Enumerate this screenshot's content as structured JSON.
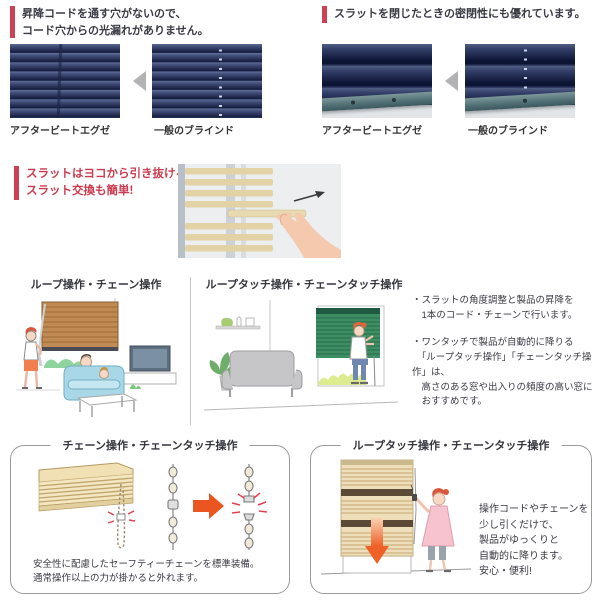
{
  "colors": {
    "accent_red": "#cb4257",
    "red_text": "#cc3b50",
    "heading_text": "#3a3a44",
    "compare_arrow_gray": "#b2b2b4",
    "orange_arrow": "#ea5520",
    "navy_blind": "#262f55",
    "bottom_rail_teal": "#4f6f74",
    "box_border": "#9a9a9a"
  },
  "section_light_leak": {
    "heading": "昇降コードを通す穴がないので、\nコード穴からの光漏れがありません。",
    "label_left": "アフタービートエグゼ",
    "label_right": "一般のブラインド"
  },
  "section_seal": {
    "heading": "スラットを閉じたときの密閉性にも優れています。",
    "label_left": "アフタービートエグゼ",
    "label_right": "一般のブラインド"
  },
  "section_slat_swap": {
    "heading": "スラットはヨコから引き抜けるので\nスラット交換も簡単!"
  },
  "section_operations": {
    "col_left_title": "ループ操作・チェーン操作",
    "col_right_title": "ループタッチ操作・チェーンタッチ操作",
    "note1": "・スラットの角度調整と製品の昇降を\n　1本のコード・チェーンで行います。",
    "note2": "・ワンタッチで製品が自動的に降りる\n　「ループタッチ操作」「チェーンタッチ操作」は、\n　高さのある窓や出入りの頻度の高い窓に\n　おすすめです。"
  },
  "box_chain": {
    "title": "チェーン操作・チェーンタッチ操作",
    "body": "安全性に配慮したセーフティーチェーンを標準装備。\n通常操作以上の力が掛かると外れます。"
  },
  "box_looptouch": {
    "title": "ループタッチ操作・チェーンタッチ操作",
    "body": "操作コードやチェーンを\n少し引くだけで、\n製品がゆっくりと\n自動的に降ります。\n安心・便利!"
  }
}
